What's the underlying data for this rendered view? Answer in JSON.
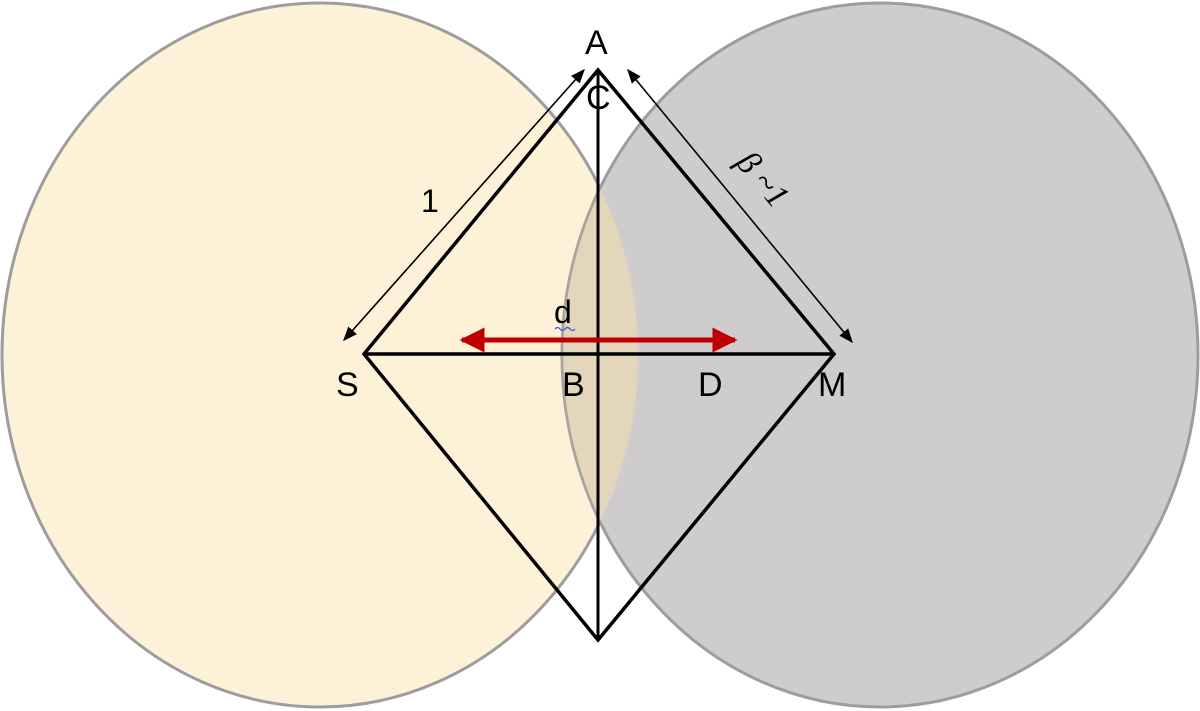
{
  "figure": {
    "colors": {
      "left_circle": "#fdf2d8",
      "right_circle": "#cfccce",
      "overlap": "#e4d6bb",
      "circle_outline": "#9e9c9c",
      "segment_d": "#c00000",
      "lines": "#000000"
    },
    "points": {
      "A": "A",
      "C": "C",
      "S": "S",
      "B": "B",
      "D": "D",
      "M": "M"
    },
    "dimensions": {
      "left_side": "1",
      "right_side": "β ~1",
      "distance": "d"
    },
    "icons": {
      "double_arrow": "double-headed-arrow-icon"
    }
  }
}
